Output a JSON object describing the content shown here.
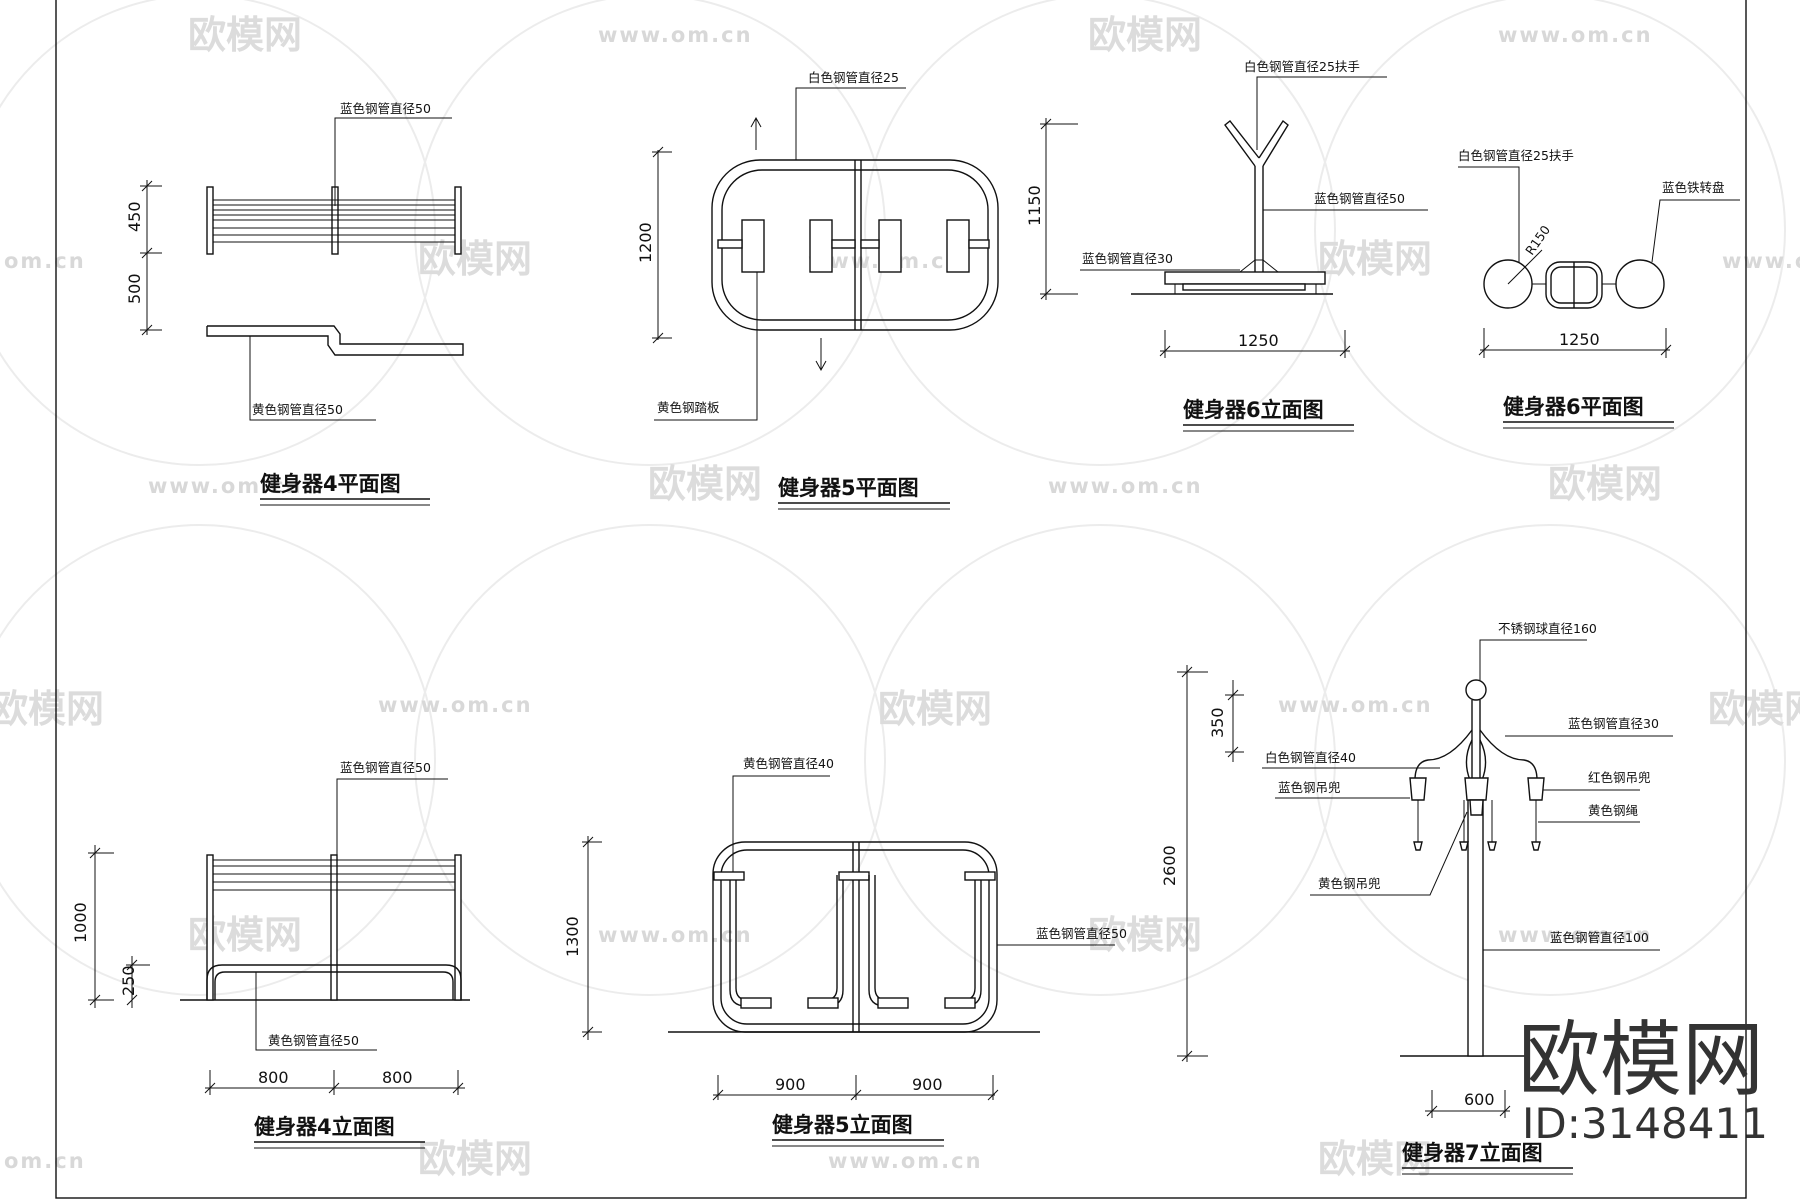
{
  "watermark": {
    "logo_text": "欧模网",
    "url_text": "www.om.cn",
    "url_fragment": "om.cn"
  },
  "brand": {
    "name": "欧模网",
    "id_label": "ID:3148411"
  },
  "titles": {
    "eq4_plan": "健身器4平面图",
    "eq5_plan": "健身器5平面图",
    "eq6_elev": "健身器6立面图",
    "eq6_plan": "健身器6平面图",
    "eq4_elev": "健身器4立面图",
    "eq5_elev": "健身器5立面图",
    "eq7_elev": "健身器7立面图"
  },
  "notes": {
    "eq4_plan_top": "蓝色钢管直径50",
    "eq4_plan_bottom": "黄色钢管直径50",
    "eq5_plan_top": "白色钢管直径25",
    "eq5_plan_bottom": "黄色钢踏板",
    "eq6_elev_top": "白色钢管直径25扶手",
    "eq6_elev_mid": "蓝色钢管直径50",
    "eq6_elev_base": "蓝色钢管直径30",
    "eq6_plan_left": "白色钢管直径25扶手",
    "eq6_plan_right": "蓝色铁转盘",
    "eq6_plan_radius": "R150",
    "eq4_elev_top": "蓝色钢管直径50",
    "eq4_elev_bottom": "黄色钢管直径50",
    "eq5_elev_top": "黄色钢管直径40",
    "eq5_elev_right": "蓝色钢管直径50",
    "eq7_top": "不锈钢球直径160",
    "eq7_r1": "蓝色钢管直径30",
    "eq7_l1": "白色钢管直径40",
    "eq7_l2": "蓝色钢吊兜",
    "eq7_r2": "红色钢吊兜",
    "eq7_r3": "黄色钢绳",
    "eq7_l3": "黄色钢吊兜",
    "eq7_main": "蓝色钢管直径100"
  },
  "dims": {
    "eq4_plan_a": "450",
    "eq4_plan_b": "500",
    "eq5_plan_h": "1200",
    "eq6_elev_h": "1150",
    "eq6_elev_w": "1250",
    "eq6_plan_w": "1250",
    "eq4_elev_h": "1000",
    "eq4_elev_seat": "250",
    "eq4_elev_w1": "800",
    "eq4_elev_w2": "800",
    "eq5_elev_h": "1300",
    "eq5_elev_w1": "900",
    "eq5_elev_w2": "900",
    "eq7_top_h": "350",
    "eq7_h": "2600",
    "eq7_w": "600"
  }
}
